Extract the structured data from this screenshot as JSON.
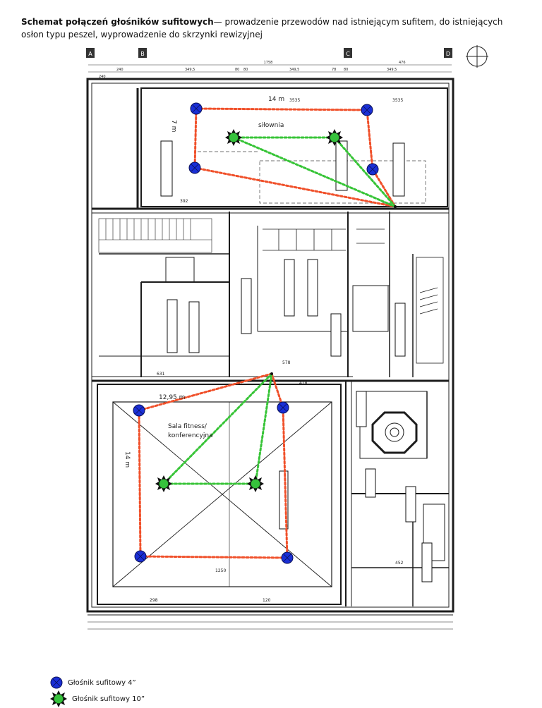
{
  "caption": {
    "bold": "Schemat połączeń głośników sufitowych",
    "rest": "— prowadzenie przewodów nad istniejącym sufitem, do ist­niejących osłon typu peszel, wyprowadzenie do skrzynki rewizyjnej"
  },
  "axes": {
    "a": "A",
    "b": "B",
    "c": "C",
    "d": "D",
    "total_width": "1758"
  },
  "top_dims": [
    "240",
    "240",
    "349,5",
    "80",
    "80",
    "349,5",
    "78",
    "80",
    "476",
    "349,5"
  ],
  "rooms": {
    "gym": "siłownia",
    "fitness": "Sala fitness/\nkonferencyjna",
    "fitness_line1": "Sala fitness/",
    "fitness_line2": "konferencyjna"
  },
  "measurements": {
    "gym_width": "14 m",
    "gym_height": "7 m",
    "fitness_width": "12,95 m",
    "fitness_height": "14 m"
  },
  "plan_labels": {
    "d3535a": "3535",
    "d3535b": "3535",
    "d392": "392",
    "d631": "631",
    "d578": "578",
    "d418": "418",
    "d1250": "1250",
    "d452": "452",
    "d298": "298",
    "d120": "120"
  },
  "legend": {
    "small": "Głośnik sufitowy 4”",
    "large": "Głośnik sufitowy 10”"
  },
  "colors": {
    "speaker_small": "#1a2fd6",
    "speaker_large": "#36c23c",
    "wire_red": "#f0502a",
    "wire_green": "#37c437",
    "plan": "#1c1c1c"
  }
}
